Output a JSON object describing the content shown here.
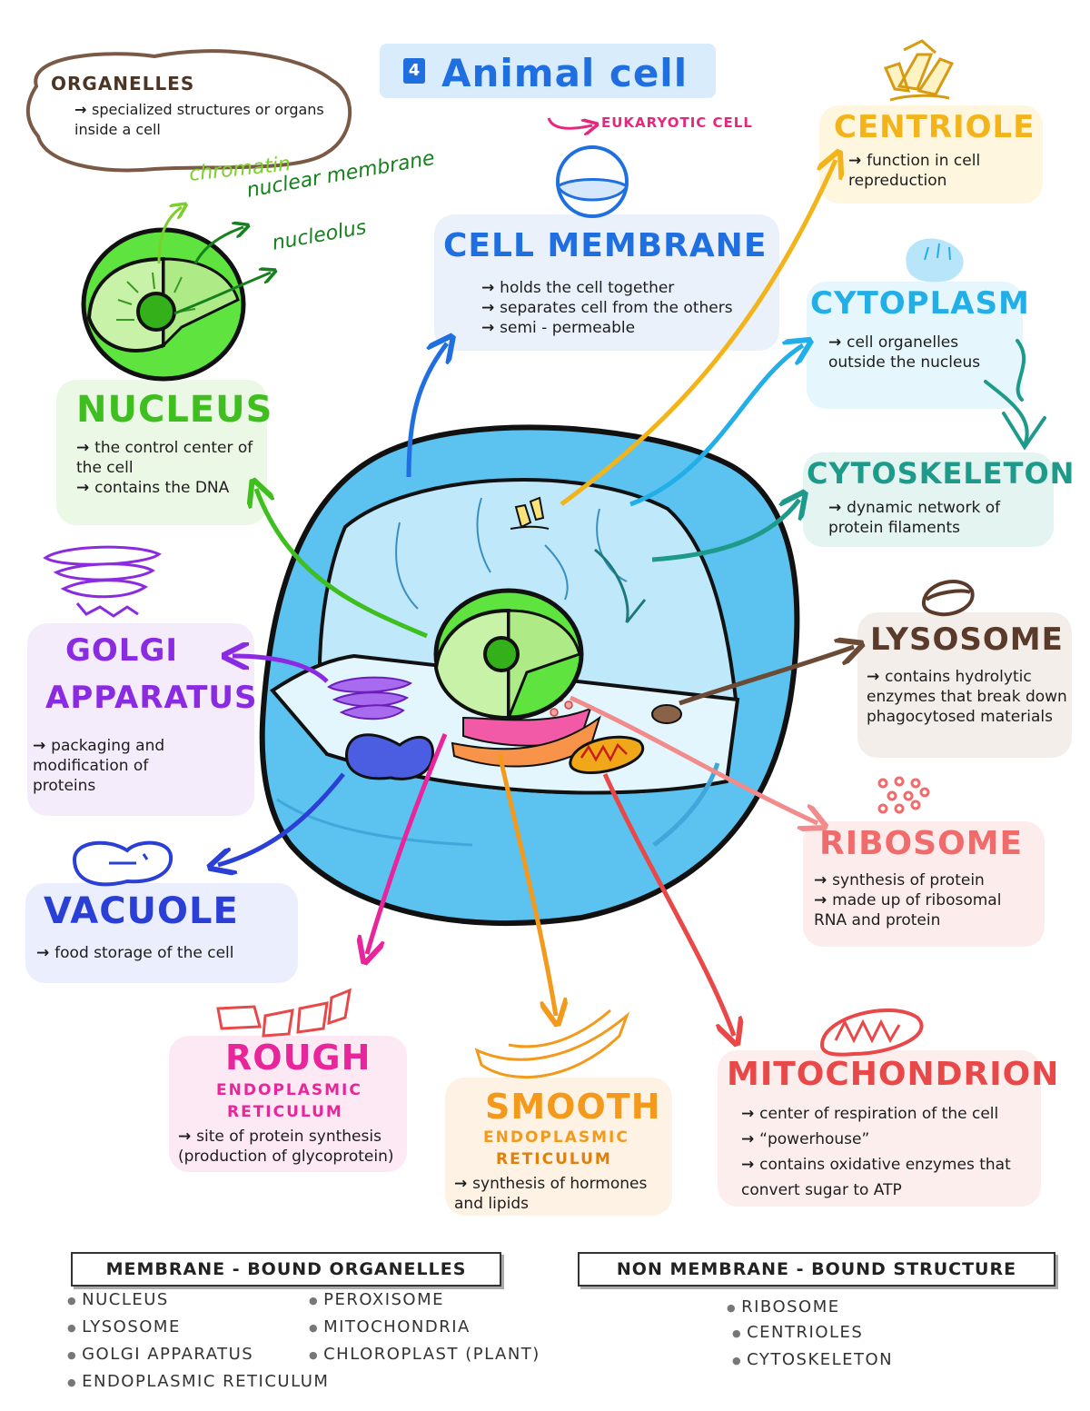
{
  "title": {
    "number": "4",
    "text": "Animal cell",
    "subtitle": "EUKARYOTIC CELL"
  },
  "organelles_box": {
    "heading": "ORGANELLES",
    "text": "specialized structures or organs inside a cell"
  },
  "nucleus_parts": {
    "chromatin": "chromatin",
    "nuclear_membrane": "nuclear membrane",
    "nucleolus": "nucleolus"
  },
  "cards": {
    "nucleus": {
      "title": "NUCLEUS",
      "points": [
        "the control center of the cell",
        "contains the DNA"
      ]
    },
    "cell_membrane": {
      "title": "CELL MEMBRANE",
      "points": [
        "holds the cell together",
        "separates cell from the others",
        "semi - permeable"
      ]
    },
    "centriole": {
      "title": "CENTRIOLE",
      "points": [
        "function in cell repreduction"
      ]
    },
    "cytoplasm": {
      "title": "CYTOPLASM",
      "points": [
        "cell organelles outside the nucleus"
      ]
    },
    "cytoskeleton": {
      "title": "CYTOSKELETON",
      "points": [
        "dynamic network of protein filaments"
      ]
    },
    "lysosome": {
      "title": "LYSOSOME",
      "points": [
        "contains hydrolytic enzymes that break down phagocytosed materials"
      ]
    },
    "golgi": {
      "title_1": "GOLGI",
      "title_2": "APPARATUS",
      "points": [
        "packaging and modification of proteins"
      ]
    },
    "ribosome": {
      "title": "RIBOSOME",
      "points": [
        "synthesis of protein",
        "made up of ribosomal RNA and protein"
      ]
    },
    "vacuole": {
      "title": "VACUOLE",
      "points": [
        "food storage of the cell"
      ]
    },
    "rough_er": {
      "title": "ROUGH",
      "sub_1": "ENDOPLASMIC",
      "sub_2": "RETICULUM",
      "points": [
        "site of protein synthesis (production of glycoprotein)"
      ]
    },
    "smooth_er": {
      "title": "SMOOTH",
      "sub_1": "ENDOPLASMIC",
      "sub_2": "RETICULUM",
      "points": [
        "synthesis of hormones and lipids"
      ]
    },
    "mitochondrion": {
      "title": "MITOCHONDRION",
      "points": [
        "center of respiration of the cell",
        "“powerhouse”",
        "contains oxidative enzymes that convert sugar to ATP"
      ]
    }
  },
  "membrane_bound": {
    "heading": "MEMBRANE - BOUND ORGANELLES",
    "col_1": [
      "NUCLEUS",
      "LYSOSOME",
      "GOLGI APPARATUS",
      "ENDOPLASMIC RETICULUM"
    ],
    "col_2": [
      "PEROXISOME",
      "MITOCHONDRIA",
      "CHLOROPLAST (PLANT)"
    ]
  },
  "non_membrane_bound": {
    "heading": "NON MEMBRANE - BOUND STRUCTURE",
    "items": [
      "RIBOSOME",
      "CENTRIOLES",
      "CYTOSKELETON"
    ]
  },
  "colors": {
    "nucleus": "#3fbf1f",
    "cell_membrane": "#1f6fe0",
    "centriole": "#f2b41a",
    "cytoplasm": "#22aee6",
    "cytoskeleton": "#1e9a8a",
    "lysosome": "#6b4a36",
    "golgi": "#8a2be2",
    "ribosome": "#f06b6b",
    "vacuole": "#2a3fd6",
    "rough_er": "#e8259a",
    "smooth_er": "#f39a1c",
    "mitochondrion": "#e84848",
    "cell_fill": "#5cc2ef",
    "cell_inner": "#bfe8fb"
  }
}
